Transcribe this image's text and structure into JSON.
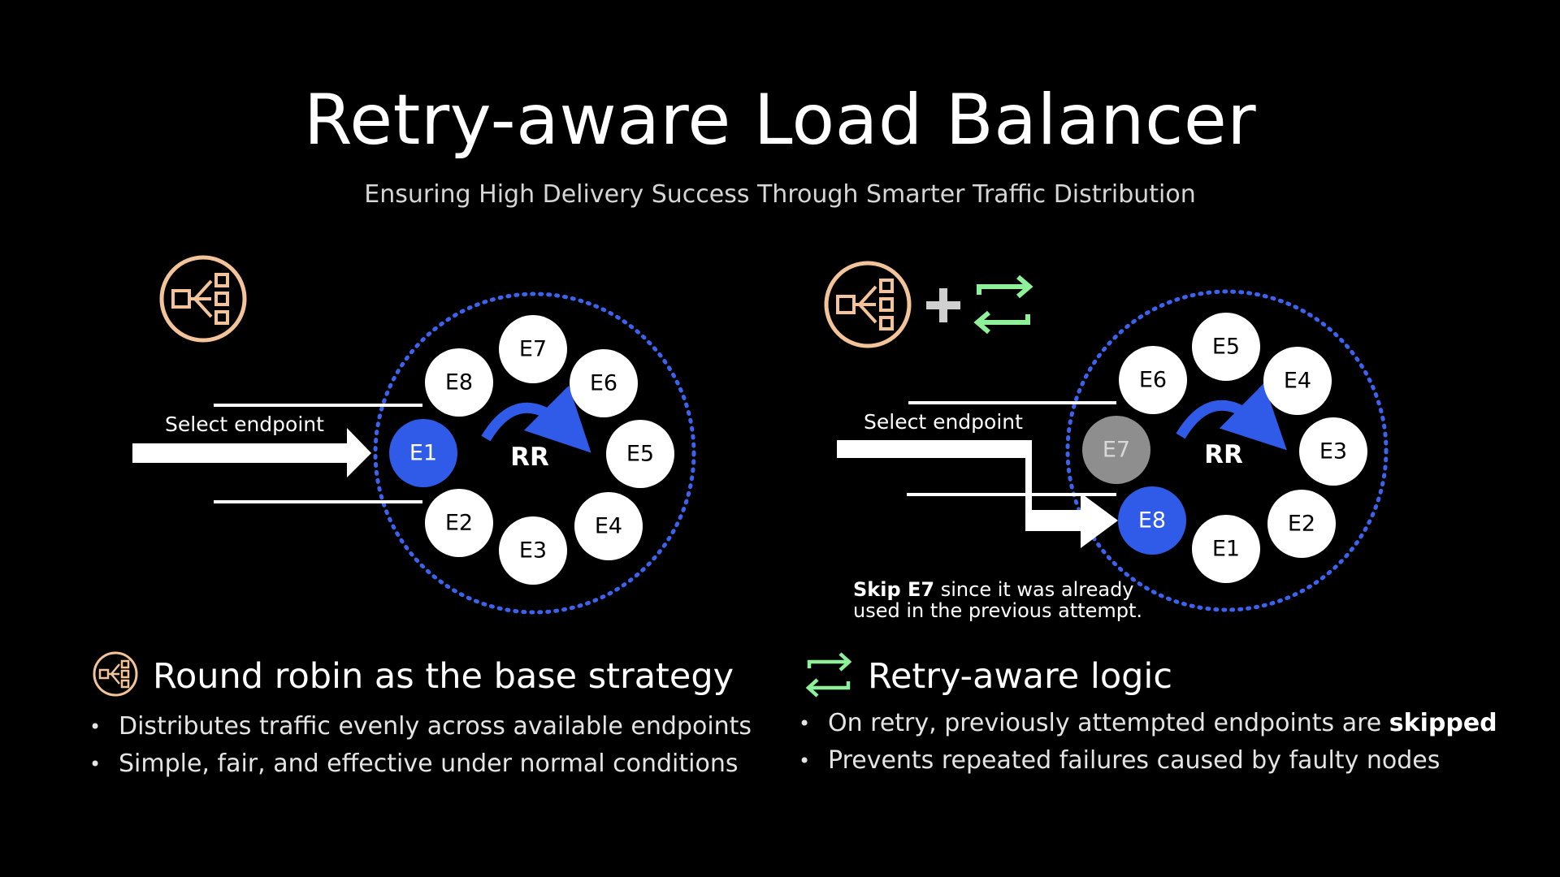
{
  "title": "Retry-aware Load Balancer",
  "subtitle": "Ensuring High Delivery Success Through Smarter Traffic Distribution",
  "left_diagram": {
    "arrow_label": "Select endpoint",
    "center_label": "RR",
    "nodes": [
      "E1",
      "E2",
      "E3",
      "E4",
      "E5",
      "E6",
      "E7",
      "E8"
    ],
    "selected": "E1"
  },
  "right_diagram": {
    "arrow_label": "Select endpoint",
    "center_label": "RR",
    "nodes": [
      "E1",
      "E2",
      "E3",
      "E4",
      "E5",
      "E6",
      "E7",
      "E8"
    ],
    "selected": "E8",
    "skipped": "E7",
    "note_bold": "Skip E7",
    "note_rest": " since it was already",
    "note_line2": "used in the previous attempt."
  },
  "sections": {
    "left": {
      "heading": "Round robin as the base strategy",
      "bullets": [
        "Distributes traffic evenly across available endpoints",
        "Simple, fair, and effective under normal conditions"
      ]
    },
    "right": {
      "heading": "Retry-aware logic",
      "bullet1_prefix": "On retry, previously attempted endpoints are ",
      "bullet1_bold": "skipped",
      "bullet2": "Prevents repeated failures caused by faulty nodes"
    }
  },
  "colors": {
    "selected": "#2f5be8",
    "skipped": "#8e8e8e",
    "ring": "#3b63f0",
    "lb_icon": "#f3c39a",
    "retry_icon": "#8ff09a"
  },
  "icons": {
    "load_balancer": "load-balancer-icon",
    "retry": "retry-icon",
    "plus": "plus-icon"
  }
}
